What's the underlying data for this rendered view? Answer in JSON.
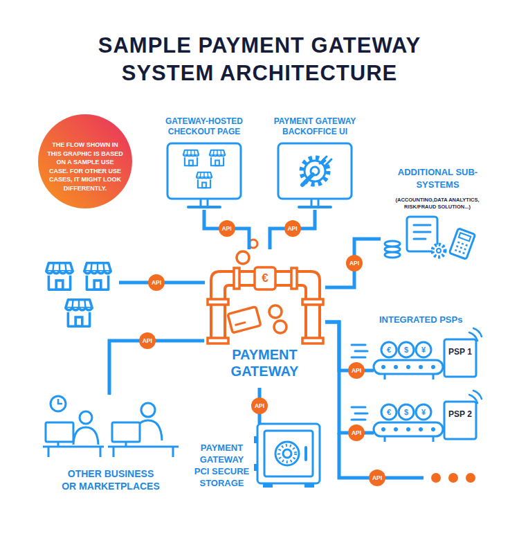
{
  "diagram": {
    "title": "SAMPLE PAYMENT GATEWAY SYSTEM ARCHITECTURE",
    "nodes": [
      {
        "text": [
          "THE FLOW SHOWN IN THIS GRAPHIC IS BASED ON A SAMPLE USE CASE. FOR OTHER USE CASES, IT MIGHT LOOK DIFFERENTLY."
        ]
      },
      {
        "text": [
          "GATEWAY-HOSTED CHECKOUT PAGE"
        ]
      },
      {
        "text": [
          "PAYMENT GATEWAY BACKOFFICE UI"
        ]
      },
      {
        "text": [
          "ADDITIONAL SUB-SYSTEMS",
          "(ACCOUNTING,DATA ANALYTICS, RISK/FRAUD SOLUTION...)"
        ]
      },
      {
        "text": [
          "PAYMENT GATEWAY"
        ]
      },
      {
        "text": [
          "PSP 1"
        ]
      },
      {
        "text": [
          "PSP 2"
        ]
      },
      {
        "text": [
          "OTHER BUSINESS OR MARKETPLACES"
        ]
      },
      {
        "text": [
          "PAYMENT GATEWAY PCI SECURE STORAGE"
        ]
      }
    ],
    "edges": [
      {
        "from": 1,
        "to": 4,
        "label": "API",
        "arrow": "none"
      },
      {
        "from": 2,
        "to": 4,
        "label": "API",
        "arrow": "none"
      },
      {
        "from": 4,
        "to": 3,
        "label": "API",
        "arrow": "none"
      },
      {
        "from": 4,
        "to": 5,
        "label": "API",
        "arrow": "none"
      },
      {
        "from": 4,
        "to": 6,
        "label": "API",
        "arrow": "none"
      },
      {
        "from": 4,
        "to": 7,
        "label": "API",
        "arrow": "none"
      },
      {
        "from": 4,
        "to": 8,
        "label": "API",
        "arrow": "none"
      }
    ],
    "labels": [
      "API",
      "€",
      "INTEGRATED PSPs",
      "€",
      "$",
      "¥",
      "€",
      "$",
      "¥",
      "API"
    ]
  }
}
